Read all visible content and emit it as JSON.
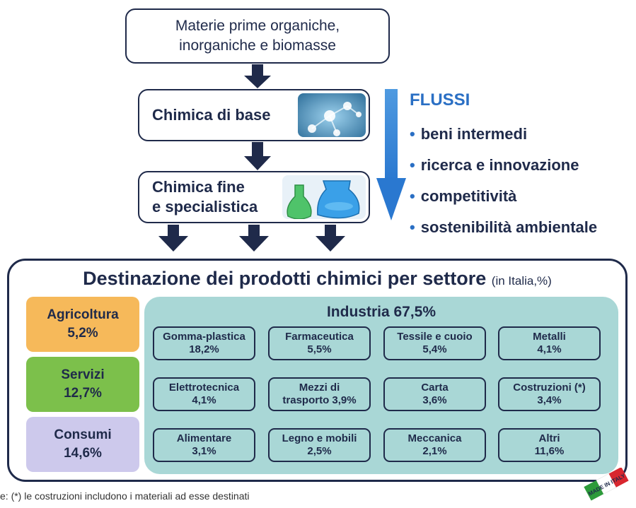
{
  "top_box": {
    "line1": "Materie prime organiche,",
    "line2": "inorganiche e biomasse"
  },
  "stages": [
    {
      "line1": "Chimica di base",
      "line2": ""
    },
    {
      "line1": "Chimica fine",
      "line2": "e specialistica"
    }
  ],
  "flussi": {
    "title": "FLUSSI",
    "items": [
      "beni intermedi",
      "ricerca e innovazione",
      "competitività",
      "sostenibilità ambientale"
    ],
    "arrow_color": "#2a78d0"
  },
  "destinazione": {
    "title": "Destinazione dei prodotti chimici per settore",
    "subtitle": "(in Italia,%)",
    "sectors": [
      {
        "name": "Agricoltura",
        "value": "5,2%",
        "color": "#f6b95a"
      },
      {
        "name": "Servizi",
        "value": "12,7%",
        "color": "#7cc04b"
      },
      {
        "name": "Consumi",
        "value": "14,6%",
        "color": "#cdc9ec"
      }
    ],
    "industria": {
      "title": "Industria 67,5%",
      "color": "#a9d7d6",
      "cells": [
        {
          "line1": "Gomma-plastica",
          "line2": "18,2%"
        },
        {
          "line1": "Farmaceutica",
          "line2": "5,5%"
        },
        {
          "line1": "Tessile e cuoio",
          "line2": "5,4%"
        },
        {
          "line1": "Metalli",
          "line2": "4,1%"
        },
        {
          "line1": "Elettrotecnica",
          "line2": "4,1%"
        },
        {
          "line1": "Mezzi di",
          "line2": "trasporto 3,9%"
        },
        {
          "line1": "Carta",
          "line2": "3,6%"
        },
        {
          "line1": "Costruzioni (*)",
          "line2": "3,4%"
        },
        {
          "line1": "Alimentare",
          "line2": "3,1%"
        },
        {
          "line1": "Legno e mobili",
          "line2": "2,5%"
        },
        {
          "line1": "Meccanica",
          "line2": "2,1%"
        },
        {
          "line1": "Altri",
          "line2": "11,6%"
        }
      ]
    }
  },
  "footnote": "e: (*) le costruzioni includono i materiali ad esse destinati",
  "logo_text": "MADE IN ITALY",
  "colors": {
    "dark_navy": "#1f2a4a",
    "accent_blue": "#2a6fc4"
  }
}
